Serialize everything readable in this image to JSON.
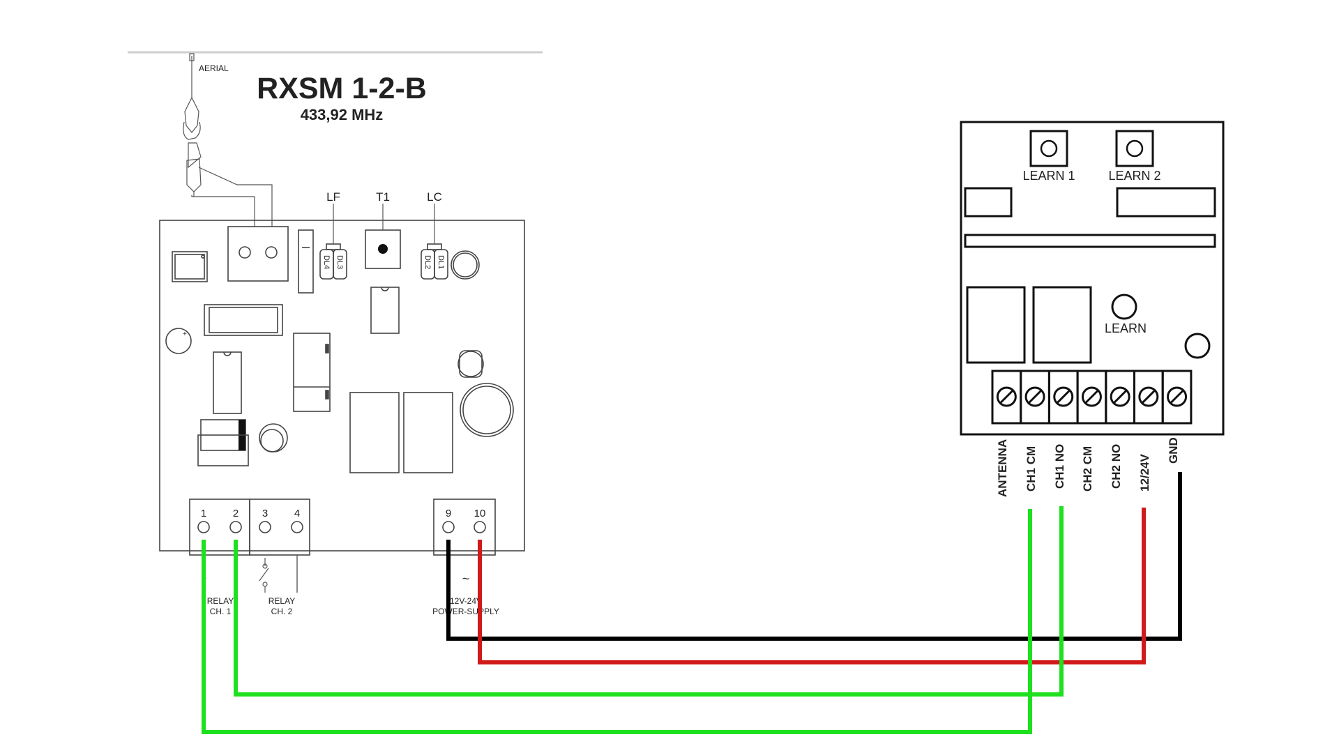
{
  "left_module": {
    "title": "RXSM 1-2-B",
    "frequency": "433,92 MHz",
    "aerial_label": "AERIAL",
    "component_labels": {
      "lf": "LF",
      "t1": "T1",
      "lc": "LC",
      "dl1": "DL1",
      "dl2": "DL2",
      "dl3": "DL3",
      "dl4": "DL4"
    },
    "terminals": [
      "1",
      "2",
      "3",
      "4",
      "9",
      "10"
    ],
    "relay_ch1_line1": "RELAY",
    "relay_ch1_line2": "CH. 1",
    "relay_ch2_line1": "RELAY",
    "relay_ch2_line2": "CH. 2",
    "power_line1": "12V-24V",
    "power_line2": "POWER-SUPPLY",
    "ac_symbol": "~"
  },
  "right_module": {
    "learn1": "LEARN 1",
    "learn2": "LEARN 2",
    "learn": "LEARN",
    "terminals": [
      "ANTENNA",
      "CH1 CM",
      "CH1 NO",
      "CH2 CM",
      "CH2 NO",
      "12/24V",
      "GND"
    ]
  },
  "colors": {
    "green": "#1ee01e",
    "red": "#d01a1a",
    "black": "#000000"
  },
  "wires": [
    {
      "from": "1",
      "to": "CH1 CM",
      "color": "green"
    },
    {
      "from": "2",
      "to": "CH1 NO",
      "color": "green"
    },
    {
      "from": "9",
      "to": "GND",
      "color": "black"
    },
    {
      "from": "10",
      "to": "12/24V",
      "color": "red"
    }
  ]
}
